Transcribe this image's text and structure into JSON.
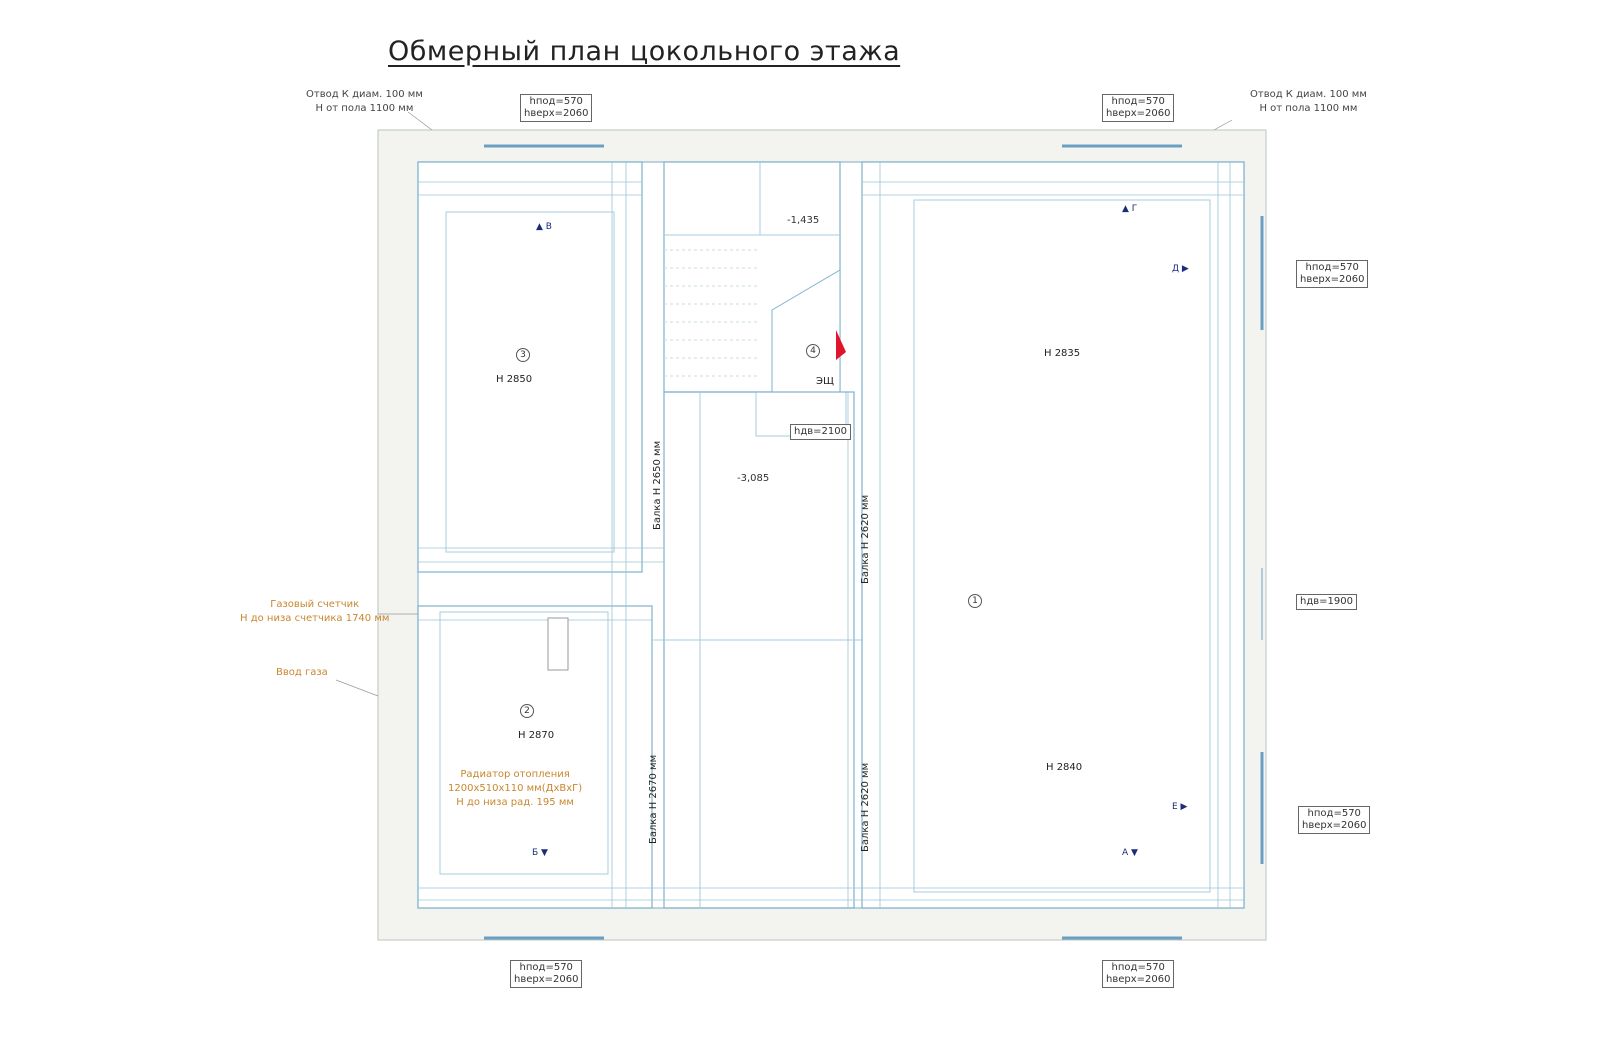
{
  "title": "Обмерный план цокольного этажа",
  "notes": {
    "top_left": [
      "Отвод К диам. 100 мм",
      "Н от пола 1100 мм"
    ],
    "top_right": [
      "Отвод К диам. 100 мм",
      "Н от пола 1100 мм"
    ],
    "gas_meter": [
      "Газовый счетчик",
      "Н до низа счетчика 1740 мм"
    ],
    "gas_inlet": "Ввод газа",
    "radiator": [
      "Радиатор отопления",
      "1200х510х110 мм(ДхВхГ)",
      "Н до низа рад. 195 мм"
    ]
  },
  "window_tags": {
    "top_left": [
      "hпод=570",
      "hверх=2060"
    ],
    "top_right": [
      "hпод=570",
      "hверх=2060"
    ],
    "right_top": [
      "hпод=570",
      "hверх=2060"
    ],
    "right_mid": "hдв=1900",
    "right_bottom": [
      "hпод=570",
      "hверх=2060"
    ],
    "bottom_left": [
      "hпод=570",
      "hверх=2060"
    ],
    "bottom_right": [
      "hпод=570",
      "hверх=2060"
    ],
    "door_stair": "hдв=2100"
  },
  "rooms": {
    "room1": {
      "num": "1",
      "h1": "Н 2835",
      "h2": "Н 2840"
    },
    "room2": {
      "num": "2",
      "h": "Н 2870"
    },
    "room3": {
      "num": "3",
      "h": "Н 2850"
    },
    "room4": {
      "num": "4",
      "label": "ЭЩ"
    }
  },
  "levels": {
    "upper": "-1,435",
    "lower": "-3,085"
  },
  "beams": {
    "b1": "Балка Н 2650 мм",
    "b2": "Балка Н 2620 мм",
    "b3": "Балка Н 2670 мм",
    "b4": "Балка Н 2620 мм"
  },
  "section_marks": {
    "a": "А",
    "b": "Б",
    "v": "В",
    "g": "Г",
    "d": "Д",
    "e": "Е"
  }
}
